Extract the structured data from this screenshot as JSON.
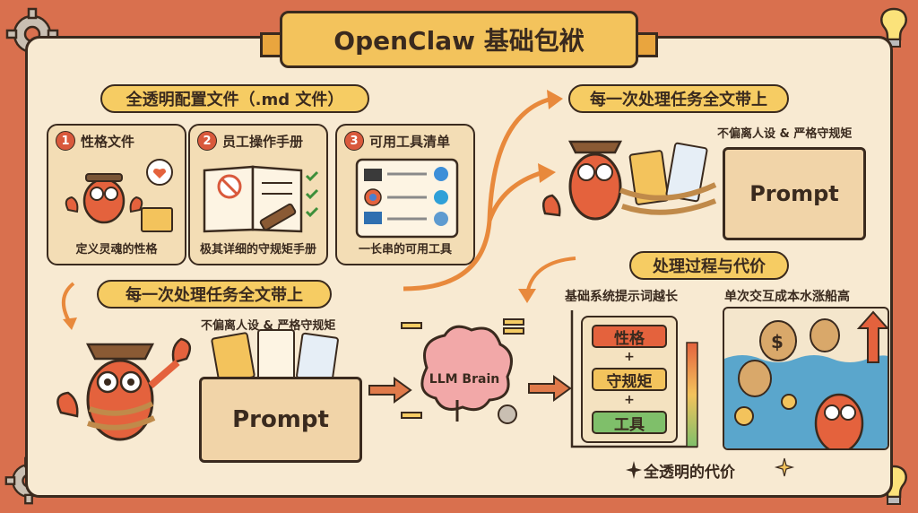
{
  "title": "OpenClaw 基础包袱",
  "left_section": {
    "pill": "全透明配置文件（.md 文件）",
    "cards": [
      {
        "num": "1",
        "title": "性格文件",
        "caption": "定义灵魂的性格"
      },
      {
        "num": "2",
        "title": "员工操作手册",
        "caption": "极其详细的守规矩手册"
      },
      {
        "num": "3",
        "title": "可用工具清单",
        "caption": "一长串的可用工具"
      }
    ]
  },
  "bottom_left": {
    "pill": "每一次处理任务全文带上",
    "note": "不偏离人设 & 严格守规矩",
    "box_label": "Prompt"
  },
  "top_right": {
    "pill": "每一次处理任务全文带上",
    "note": "不偏离人设 & 严格守规矩",
    "box_label": "Prompt"
  },
  "brain": {
    "label": "LLM Brain"
  },
  "process": {
    "pill": "处理过程与代价",
    "stack_title": "基础系统提示词越长",
    "water_title": "单次交互成本水涨船高",
    "blocks": [
      "性格",
      "守规矩",
      "工具"
    ],
    "plus": "+",
    "footer": "全透明的代价"
  },
  "colors": {
    "background": "#d9704e",
    "panel": "#f8ead2",
    "pill": "#f6cc63",
    "block_personality": "#e4623d",
    "block_rules": "#f3c35c",
    "block_tools": "#7fbf6a",
    "water": "#5aa6cc"
  }
}
